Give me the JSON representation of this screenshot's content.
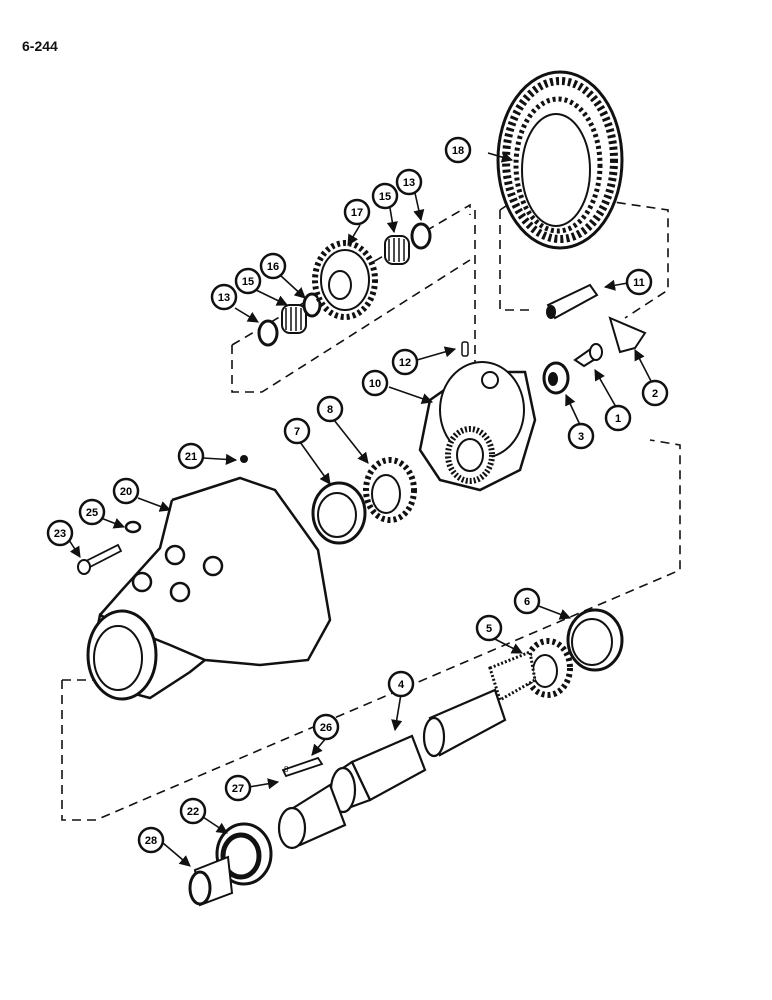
{
  "page": {
    "number": "6-244"
  },
  "diagram": {
    "type": "exploded-parts-view",
    "callouts": [
      {
        "id": "c1",
        "label": "1"
      },
      {
        "id": "c2",
        "label": "2"
      },
      {
        "id": "c3",
        "label": "3"
      },
      {
        "id": "c4",
        "label": "4"
      },
      {
        "id": "c5",
        "label": "5"
      },
      {
        "id": "c6",
        "label": "6"
      },
      {
        "id": "c7",
        "label": "7"
      },
      {
        "id": "c8",
        "label": "8"
      },
      {
        "id": "c10",
        "label": "10"
      },
      {
        "id": "c11",
        "label": "11"
      },
      {
        "id": "c12",
        "label": "12"
      },
      {
        "id": "c13a",
        "label": "13"
      },
      {
        "id": "c13b",
        "label": "13"
      },
      {
        "id": "c15a",
        "label": "15"
      },
      {
        "id": "c15b",
        "label": "15"
      },
      {
        "id": "c16",
        "label": "16"
      },
      {
        "id": "c17",
        "label": "17"
      },
      {
        "id": "c18",
        "label": "18"
      },
      {
        "id": "c20",
        "label": "20"
      },
      {
        "id": "c21",
        "label": "21"
      },
      {
        "id": "c22",
        "label": "22"
      },
      {
        "id": "c23",
        "label": "23"
      },
      {
        "id": "c25",
        "label": "25"
      },
      {
        "id": "c26",
        "label": "26"
      },
      {
        "id": "c27",
        "label": "27"
      },
      {
        "id": "c28",
        "label": "28"
      }
    ],
    "small_mark": "8"
  }
}
